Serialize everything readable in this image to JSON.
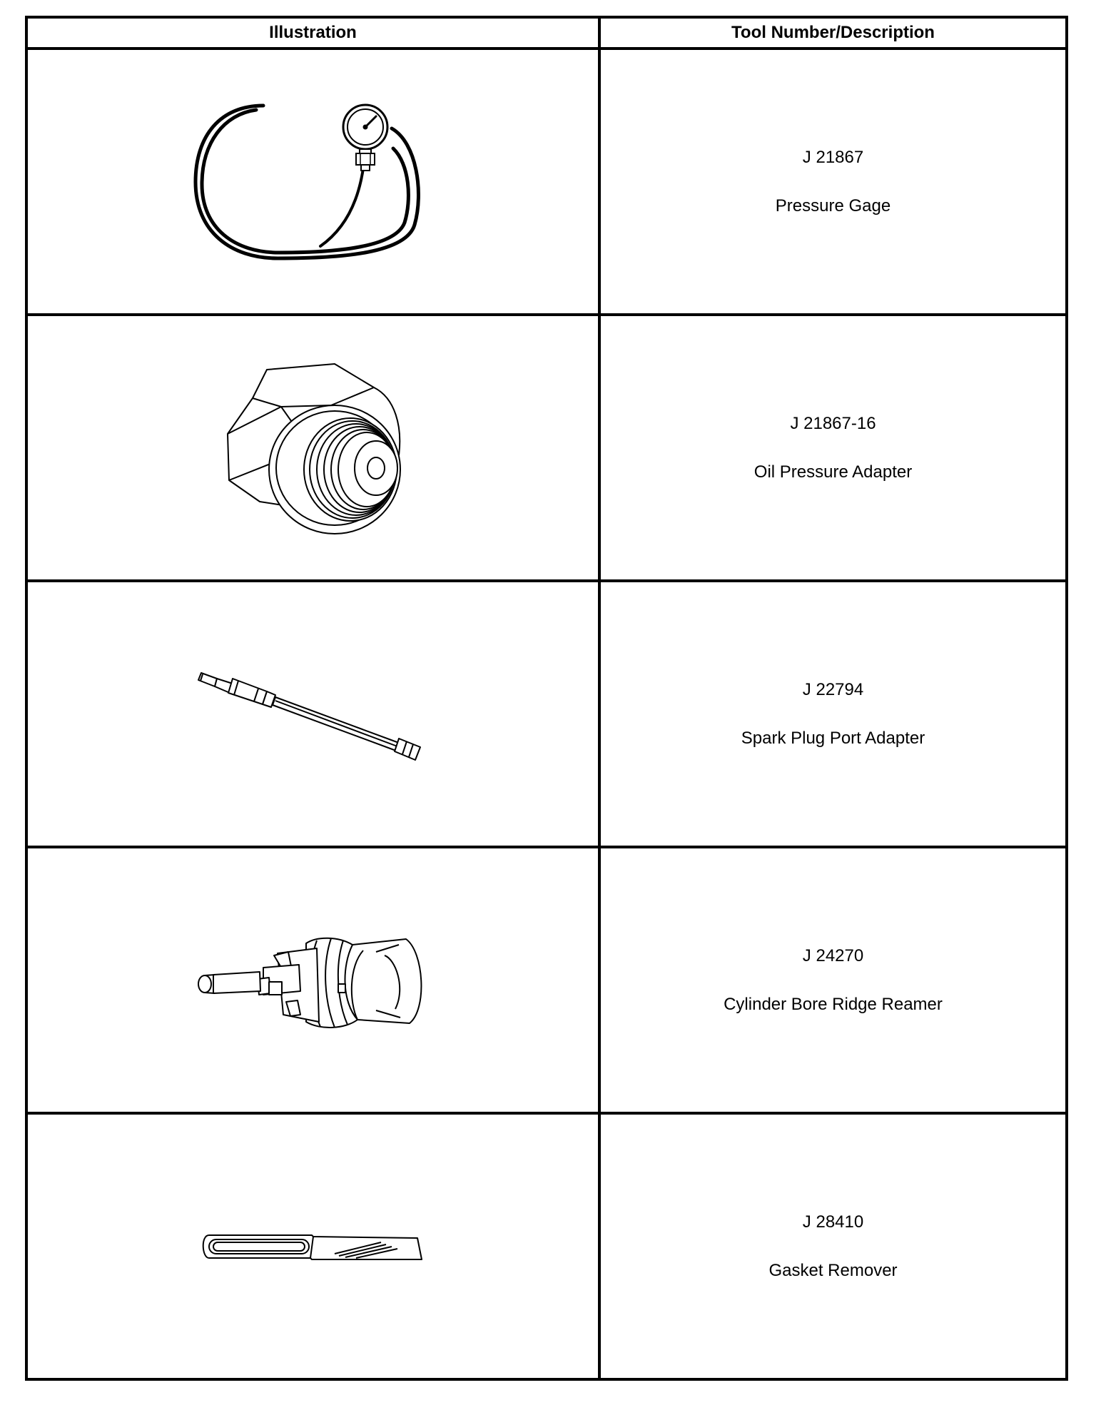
{
  "table": {
    "headers": {
      "illustration": "Illustration",
      "tool": "Tool Number/Description"
    },
    "rows": [
      {
        "number": "J 21867",
        "description": "Pressure Gage",
        "icon": "pressure-gage-icon"
      },
      {
        "number": "J 21867-16",
        "description": "Oil Pressure Adapter",
        "icon": "oil-pressure-adapter-icon"
      },
      {
        "number": "J 22794",
        "description": "Spark Plug Port Adapter",
        "icon": "spark-plug-port-adapter-icon"
      },
      {
        "number": "J 24270",
        "description": "Cylinder Bore Ridge Reamer",
        "icon": "cylinder-bore-ridge-reamer-icon"
      },
      {
        "number": "J 28410",
        "description": "Gasket Remover",
        "icon": "gasket-remover-icon"
      }
    ]
  }
}
